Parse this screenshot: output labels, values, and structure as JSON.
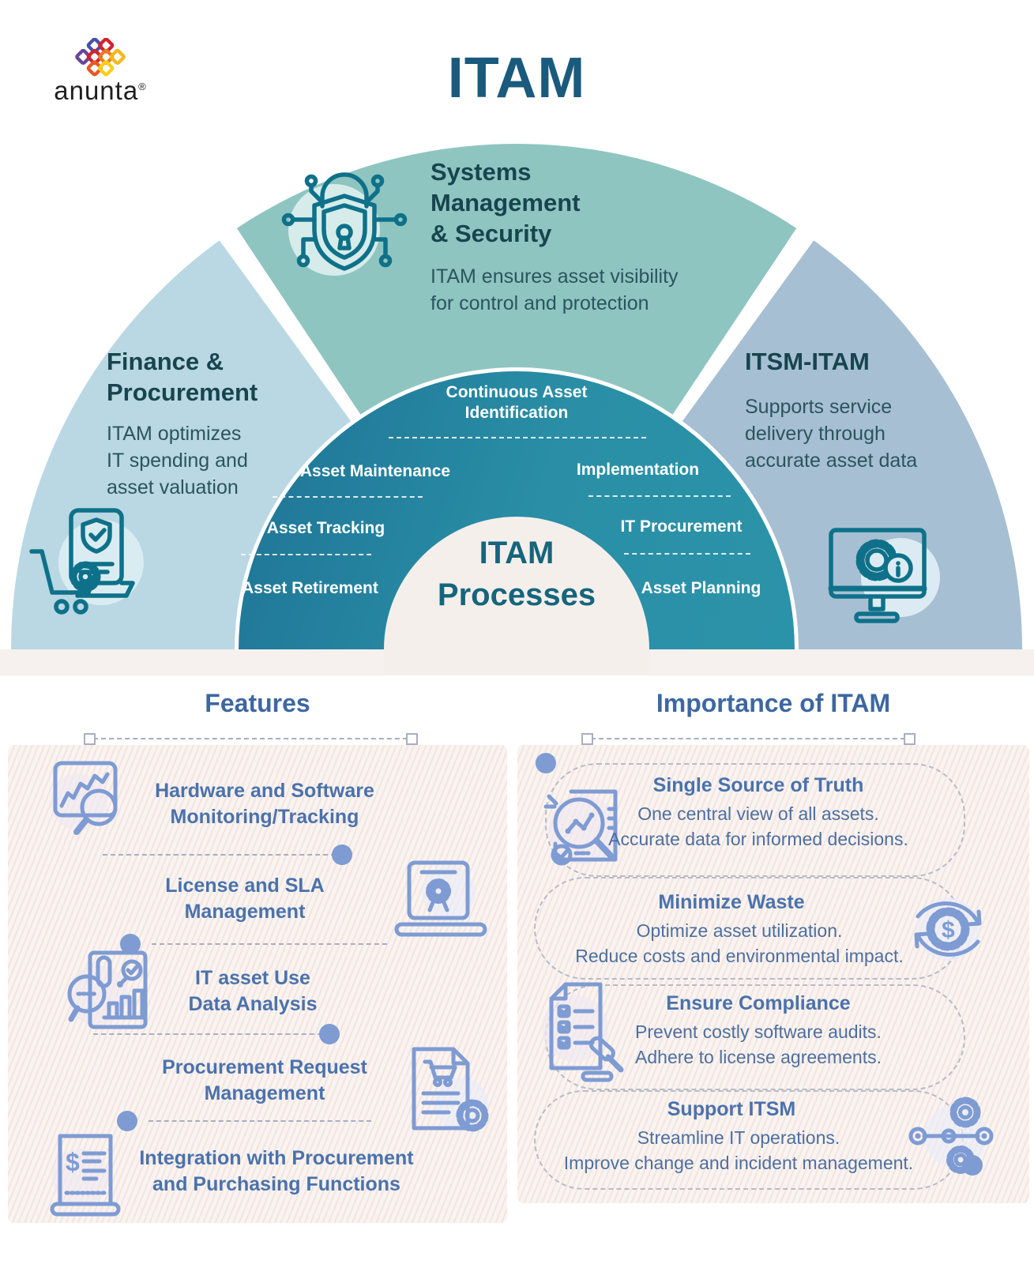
{
  "logo": {
    "brand": "anunta",
    "registered": "®"
  },
  "title": "ITAM",
  "arch": {
    "segments": {
      "finance": {
        "heading": "Finance &\nProcurement",
        "description": "ITAM optimizes\nIT spending and\nasset valuation",
        "icon": "laptop-shield-cart-icon"
      },
      "systems": {
        "heading": "Systems\nManagement\n& Security",
        "description": "ITAM ensures asset visibility\nfor control and protection",
        "icon": "shield-lock-circuit-icon"
      },
      "itsm": {
        "heading": "ITSM-ITAM",
        "description": "Supports service\ndelivery through\naccurate asset data",
        "icon": "monitor-gear-info-icon"
      }
    },
    "processes": {
      "center": "ITAM\nProcesses",
      "items": [
        "Continuous Asset\nIdentification",
        "Asset Maintenance",
        "Implementation",
        "Asset Tracking",
        "IT Procurement",
        "Asset Retirement",
        "Asset Planning"
      ]
    }
  },
  "features": {
    "heading": "Features",
    "items": [
      {
        "title": "Hardware and Software\nMonitoring/Tracking",
        "icon": "chart-magnifier-icon"
      },
      {
        "title": "License and SLA\nManagement",
        "icon": "laptop-certificate-icon"
      },
      {
        "title": "IT asset Use\nData Analysis",
        "icon": "data-analysis-icon"
      },
      {
        "title": "Procurement Request\nManagement",
        "icon": "document-cart-gear-icon"
      },
      {
        "title": "Integration with Procurement\nand Purchasing Functions",
        "icon": "invoice-dollar-icon"
      }
    ]
  },
  "importance": {
    "heading": "Importance of ITAM",
    "items": [
      {
        "title": "Single Source of Truth",
        "body": "One central view of all assets.\nAccurate data for informed decisions.",
        "icon": "magnifier-analytics-icon"
      },
      {
        "title": "Minimize Waste",
        "body": "Optimize asset utilization.\nReduce costs and environmental impact.",
        "icon": "gear-dollar-refresh-icon"
      },
      {
        "title": "Ensure Compliance",
        "body": "Prevent costly software audits.\nAdhere to license agreements.",
        "icon": "checklist-gavel-icon"
      },
      {
        "title": "Support ITSM",
        "body": "Streamline IT operations.\nImprove change and incident management.",
        "icon": "connected-gears-icon"
      }
    ]
  },
  "colors": {
    "title_text": "#1a5a7d",
    "segment_finance_bg": "#b9d8e3",
    "segment_systems_bg": "#8fc5c1",
    "segment_itsm_bg": "#a7bfd3",
    "inner_arch_bg": "#2a8fa6",
    "center_disc_bg": "#f5efec",
    "heading_blue": "#3e67a2",
    "item_title_blue": "#4a72ac",
    "body_text_blue": "#4d6f9f",
    "icon_teal": "#0e7189",
    "icon_periwinkle": "#7e9bd3",
    "dot_blue": "#7e9bd2"
  }
}
